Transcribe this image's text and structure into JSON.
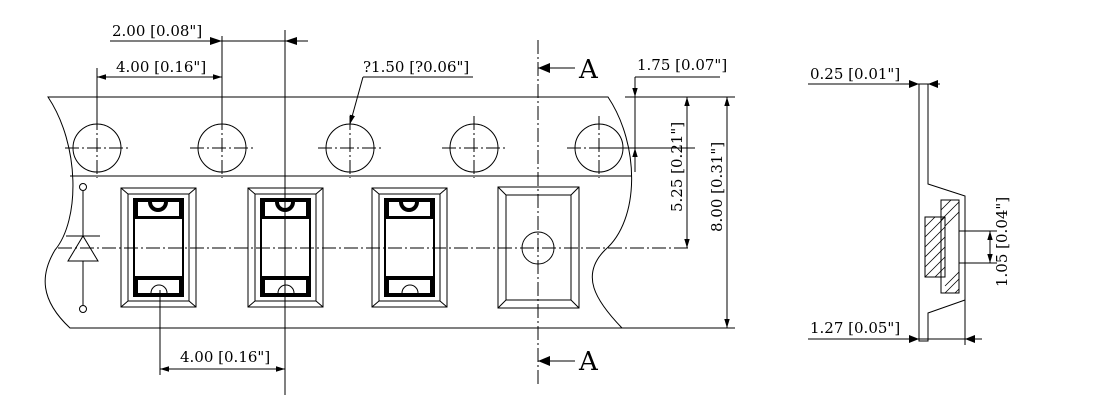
{
  "dimensions": {
    "pitch_top": "2.00 [0.08\"]",
    "sprocket_pitch": "4.00 [0.16\"]",
    "hole_diameter": "?1.50 [?0.06\"]",
    "edge_to_hole": "1.75 [0.07\"]",
    "hole_to_pocket": "5.25 [0.21\"]",
    "tape_width": "8.00 [0.31\"]",
    "pocket_pitch": "4.00 [0.16\"]",
    "tape_thickness": "0.25 [0.01\"]",
    "component_height": "1.05 [0.04\"]",
    "pocket_depth": "1.27 [0.05\"]"
  },
  "section": {
    "top_label": "A",
    "bottom_label": "A"
  }
}
